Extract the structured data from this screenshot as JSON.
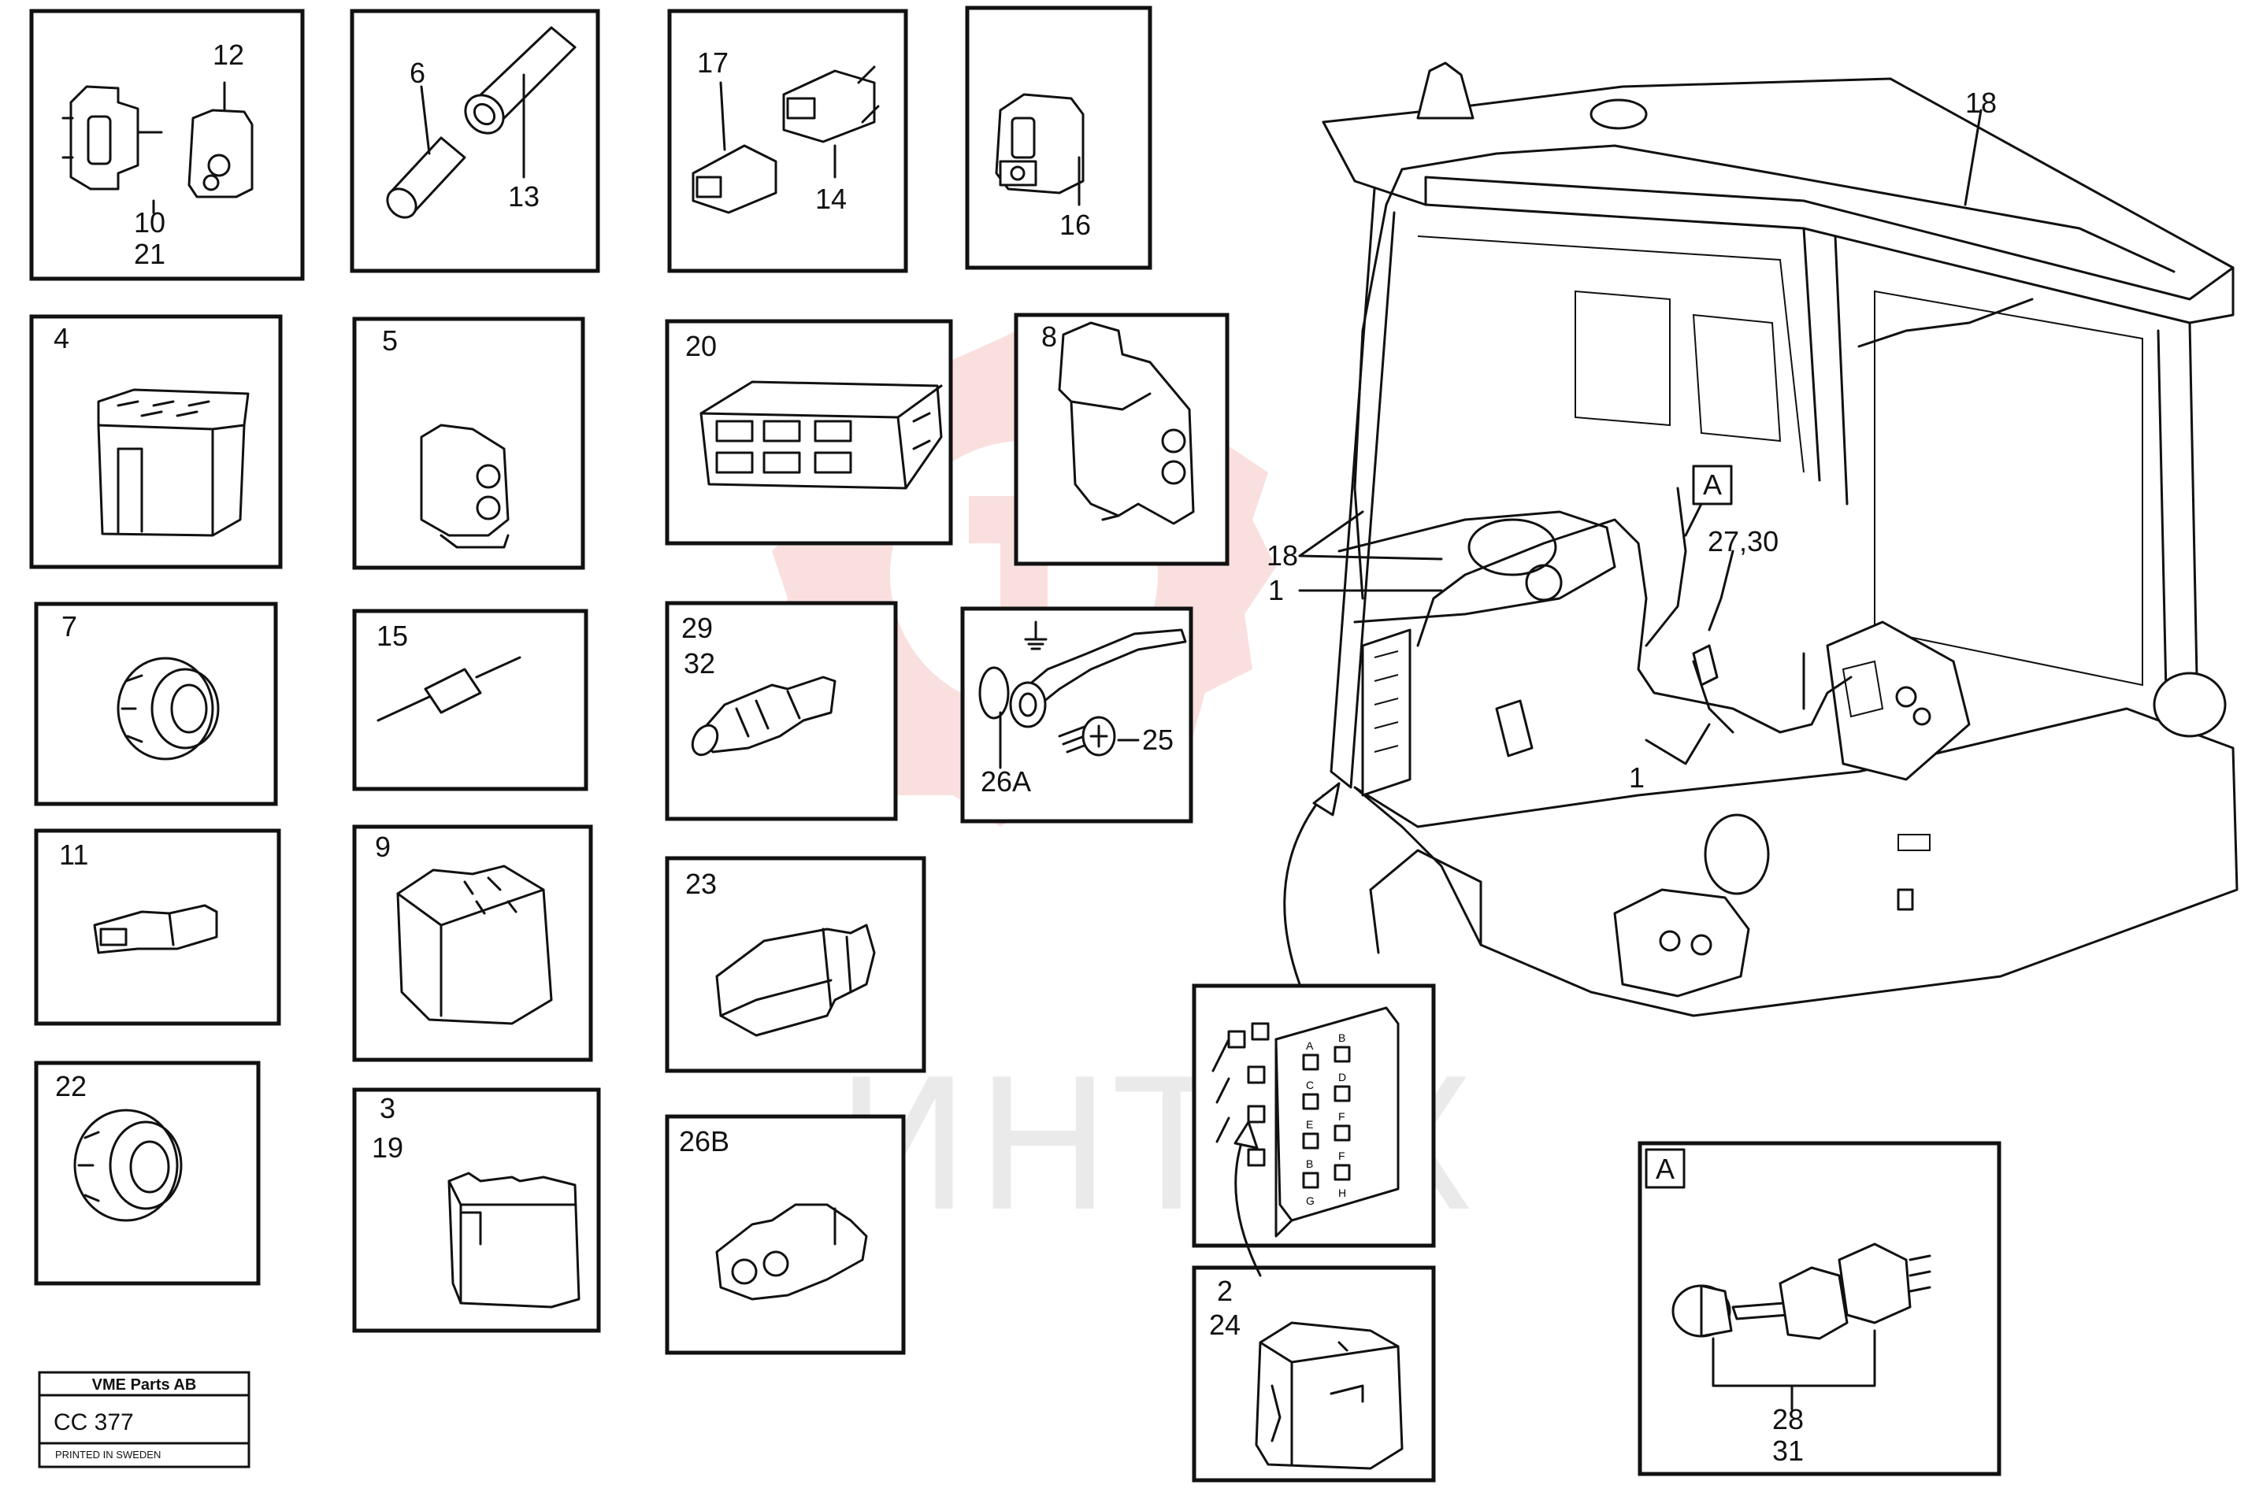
{
  "colors": {
    "ink": "#111111",
    "watermark_red": "#f4b9b9",
    "watermark_gray": "#d9d9d9"
  },
  "watermark": {
    "text": "ИНТЕХ",
    "logo": "gear-logo"
  },
  "stamp": {
    "company": "VME Parts AB",
    "code": "CC 377",
    "footer": "PRINTED IN SWEDEN"
  },
  "panels": {
    "p10": {
      "labels": [
        "12",
        "10",
        "21"
      ]
    },
    "p6": {
      "labels": [
        "6",
        "13"
      ]
    },
    "p17": {
      "labels": [
        "17",
        "14"
      ]
    },
    "p16": {
      "labels": [
        "16"
      ]
    },
    "p4": {
      "labels": [
        "4"
      ]
    },
    "p5": {
      "labels": [
        "5"
      ]
    },
    "p20": {
      "labels": [
        "20"
      ]
    },
    "p8": {
      "labels": [
        "8"
      ]
    },
    "p7": {
      "labels": [
        "7"
      ]
    },
    "p15": {
      "labels": [
        "15"
      ]
    },
    "p29": {
      "labels": [
        "29",
        "32"
      ]
    },
    "p26": {
      "labels": [
        "25",
        "26A"
      ]
    },
    "p11": {
      "labels": [
        "11"
      ]
    },
    "p9": {
      "labels": [
        "9"
      ]
    },
    "p23": {
      "labels": [
        "23"
      ]
    },
    "p22": {
      "labels": [
        "22"
      ]
    },
    "p3": {
      "labels": [
        "3",
        "19"
      ]
    },
    "p26b": {
      "labels": [
        "26B"
      ]
    },
    "fuse": {
      "letters": [
        "A",
        "B",
        "C",
        "D",
        "E",
        "F",
        "B",
        "F",
        "G",
        "H"
      ]
    },
    "p2": {
      "labels": [
        "2",
        "24"
      ]
    },
    "pA": {
      "tag": "A",
      "labels": [
        "28",
        "31"
      ]
    }
  },
  "cab": {
    "labels": [
      "18",
      "18",
      "1",
      "1",
      "27,30"
    ],
    "detail_tag": "A"
  }
}
